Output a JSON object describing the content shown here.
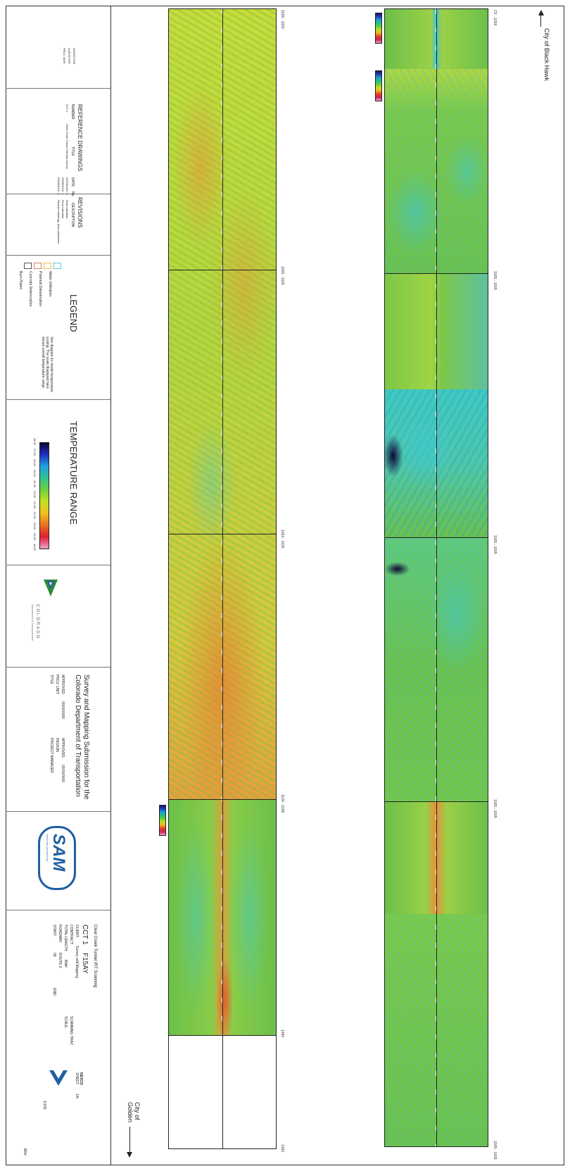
{
  "arrows": {
    "top_label": "City of Black Hawk",
    "bottom_label": "City of\nGolden"
  },
  "title_block": {
    "sheet_notes": [
      "INSPECTOR",
      "SURVEYOR",
      "PROJ. MGR."
    ],
    "reference_drawings": {
      "title": "REFERENCE DRAWINGS",
      "headers": [
        "NUMBER",
        "TITLE"
      ],
      "rows": [
        {
          "number": "CCT 1",
          "title": "Clear Creek Tunnel Thermal Survey"
        }
      ]
    },
    "revisions": {
      "title": "REVISIONS",
      "headers": [
        "DATE",
        "No.",
        "DESCRIPTION"
      ],
      "rows": [
        {
          "date": "04/04/2019",
          "no": "0",
          "desc": "Draft submittal"
        },
        {
          "date": "05/08/2019",
          "no": "1",
          "desc": "Final submittal"
        },
        {
          "date": "06/06/2019",
          "no": "2",
          "desc": "Revised markings, final submission"
        }
      ]
    },
    "legend": {
      "title": "LEGEND",
      "items": [
        {
          "label": "Water Infiltration",
          "color": "#5bc8e6"
        },
        {
          "label": "Potential Delamination",
          "color": "#f0c040"
        },
        {
          "label": "Concrete Deterioration",
          "color": "#e08060"
        },
        {
          "label": "Burn Plates",
          "color": "#555555"
        }
      ],
      "note": "See diagram for model temperature scaling. The scale displayed here shows overall temperature range."
    },
    "temperature_range": {
      "title": "TEMPERATURE RANGE",
      "ticks": [
        "28.00",
        "27.00",
        "26.00",
        "25.00",
        "24.00",
        "23.00",
        "22.00",
        "21.00",
        "20.00",
        "19.00",
        "18.00"
      ]
    },
    "agency": {
      "name": "COLORADO",
      "dept": "Department of Transportation"
    },
    "submission": {
      "heading": "Survey and Mapping Submission for the Colorado Department of Transportation",
      "fields": [
        {
          "label": "APPROVED",
          "value": "00/00/0000"
        },
        {
          "label": "PROJ. UNIT",
          "value": ""
        },
        {
          "label": "TITLE",
          "value": ""
        }
      ],
      "fields2": [
        {
          "label": "APPROVED",
          "value": "00/00/0000"
        },
        {
          "label": "REGION",
          "value": ""
        },
        {
          "label": "PROJECT MANAGER",
          "value": ""
        }
      ]
    },
    "logo": {
      "text": "SAM",
      "sub": "SURVEYING AND MAPPING"
    },
    "project": {
      "name": "Clear Creek Tunnel IRT Scanning",
      "code": "CCT 1",
      "subcode": "F15AY",
      "client_label": "CLIENT:",
      "client": "Survey and Mapping",
      "contract_label": "CONTRACT:",
      "scanning": "SCANNING TRAC",
      "total_length_label": "TOTAL LENGTH:",
      "total_length": "BW#",
      "scale_label": "SCALE:",
      "roadway_label": "ROADWAY:",
      "roadway": "ROUTE 6",
      "start_label": "START:",
      "start": "08",
      "end_label": "END:",
      "end": "",
      "sheet_label": "SHEET:",
      "sheet": "1/6",
      "sheet2": "1/150",
      "brand": "NEXCO",
      "bottom_code": "BR#"
    }
  },
  "stations": {
    "left": [
      "1025 - 1000",
      "1005 - 1026",
      "1003 - 1025",
      "1104 - 1005",
      "1490",
      "1300"
    ],
    "right": [
      "CF - 1026",
      "1005 - 1005",
      "1005 - 1005",
      "1005 - 1005",
      "1005 - 1005"
    ]
  },
  "colors": {
    "scan_green": "#6cc04a",
    "scan_yellow": "#c9dc3a",
    "scan_orange": "#e8913a",
    "scan_cyan": "#40c8d0",
    "frame": "#333333"
  }
}
